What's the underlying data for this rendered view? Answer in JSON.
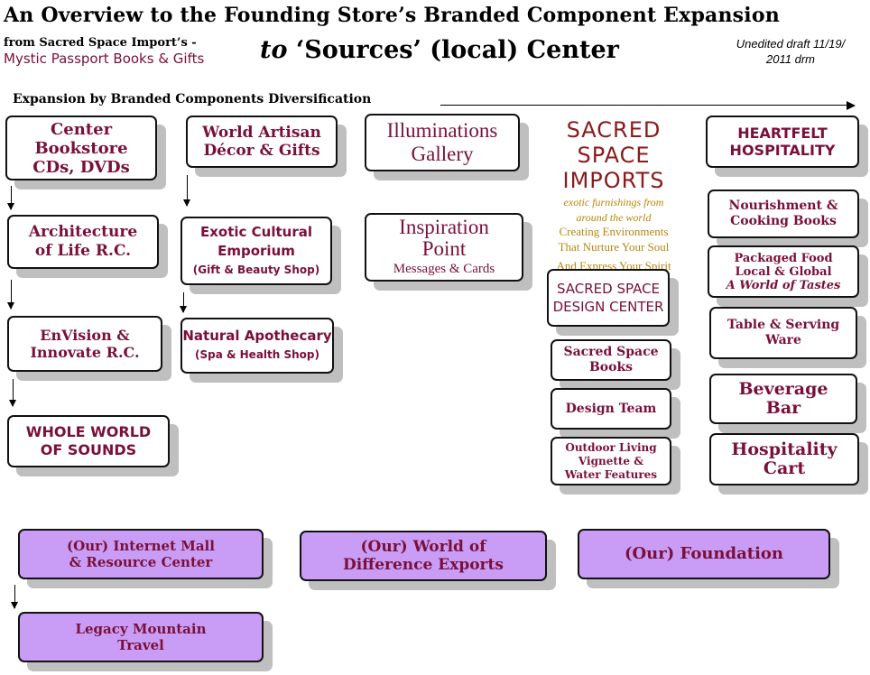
{
  "header": {
    "title": "An Overview to the Founding Store’s Branded Component Expansion",
    "from_line1": "from Sacred Space Import’s -",
    "from_line2": "Mystic Passport Books & Gifts",
    "to_word": "to",
    "to_rest": " ‘Sources’ (local) Center",
    "draft_line1": "Unedited draft 11/19/",
    "draft_line2": "2011 drm"
  },
  "axis": {
    "label": "Expansion by Branded Components Diversification"
  },
  "col1": [
    {
      "lines": [
        "Center",
        "Bookstore",
        "CDs, DVDs"
      ]
    },
    {
      "lines": [
        "Architecture",
        "of Life R.C."
      ]
    },
    {
      "lines": [
        "EnVision &",
        "Innovate R.C."
      ]
    },
    {
      "lines": [
        "WHOLE WORLD",
        "OF SOUNDS"
      ]
    }
  ],
  "col2": [
    {
      "lines": [
        "World Artisan",
        "Décor & Gifts"
      ]
    },
    {
      "lines": [
        "Exotic Cultural",
        "Emporium",
        "(Gift & Beauty Shop)"
      ]
    },
    {
      "lines": [
        "Natural Apothecary",
        "(Spa & Health Shop)"
      ]
    }
  ],
  "col3": [
    {
      "lines": [
        "Illuminations",
        "Gallery"
      ]
    },
    {
      "lines": [
        "Inspiration",
        "Point",
        "Messages & Cards"
      ]
    }
  ],
  "col4": {
    "logo_title1": "SACRED SPACE",
    "logo_title2": "IMPORTS",
    "tag1": "exotic furnishings from",
    "tag2": "around the world",
    "line1": "Creating Environments",
    "line2": "That Nurture Your Soul",
    "line3": "And Express Your Spirit",
    "design_center": [
      "SACRED SPACE",
      "DESIGN CENTER"
    ],
    "items": [
      {
        "lines": [
          "Sacred Space",
          "Books"
        ]
      },
      {
        "lines": [
          "Design Team"
        ]
      },
      {
        "lines": [
          "Outdoor Living",
          "Vignette &",
          "Water Features"
        ]
      }
    ]
  },
  "col5": {
    "head": [
      "HEARTFELT",
      "HOSPITALITY"
    ],
    "items": [
      {
        "lines": [
          "Nourishment &",
          "Cooking Books"
        ]
      },
      {
        "lines": [
          "Packaged Food",
          "Local & Global",
          "A World of Tastes"
        ]
      },
      {
        "lines": [
          "Table & Serving",
          "Ware"
        ]
      },
      {
        "lines": [
          "Beverage",
          "Bar"
        ]
      },
      {
        "lines": [
          "Hospitality",
          "Cart"
        ]
      }
    ]
  },
  "bottom": [
    {
      "lines": [
        "(Our) Internet Mall",
        "& Resource Center"
      ]
    },
    {
      "lines": [
        "(Our) World of",
        "Difference Exports"
      ]
    },
    {
      "lines": [
        "(Our) Foundation"
      ]
    },
    {
      "lines": [
        "Legacy Mountain",
        "Travel"
      ]
    }
  ],
  "colors": {
    "maroon": "#7a0f3a",
    "purple": "#c99df5",
    "gold": "#b8860b",
    "shadow": "#bfbfbf"
  }
}
